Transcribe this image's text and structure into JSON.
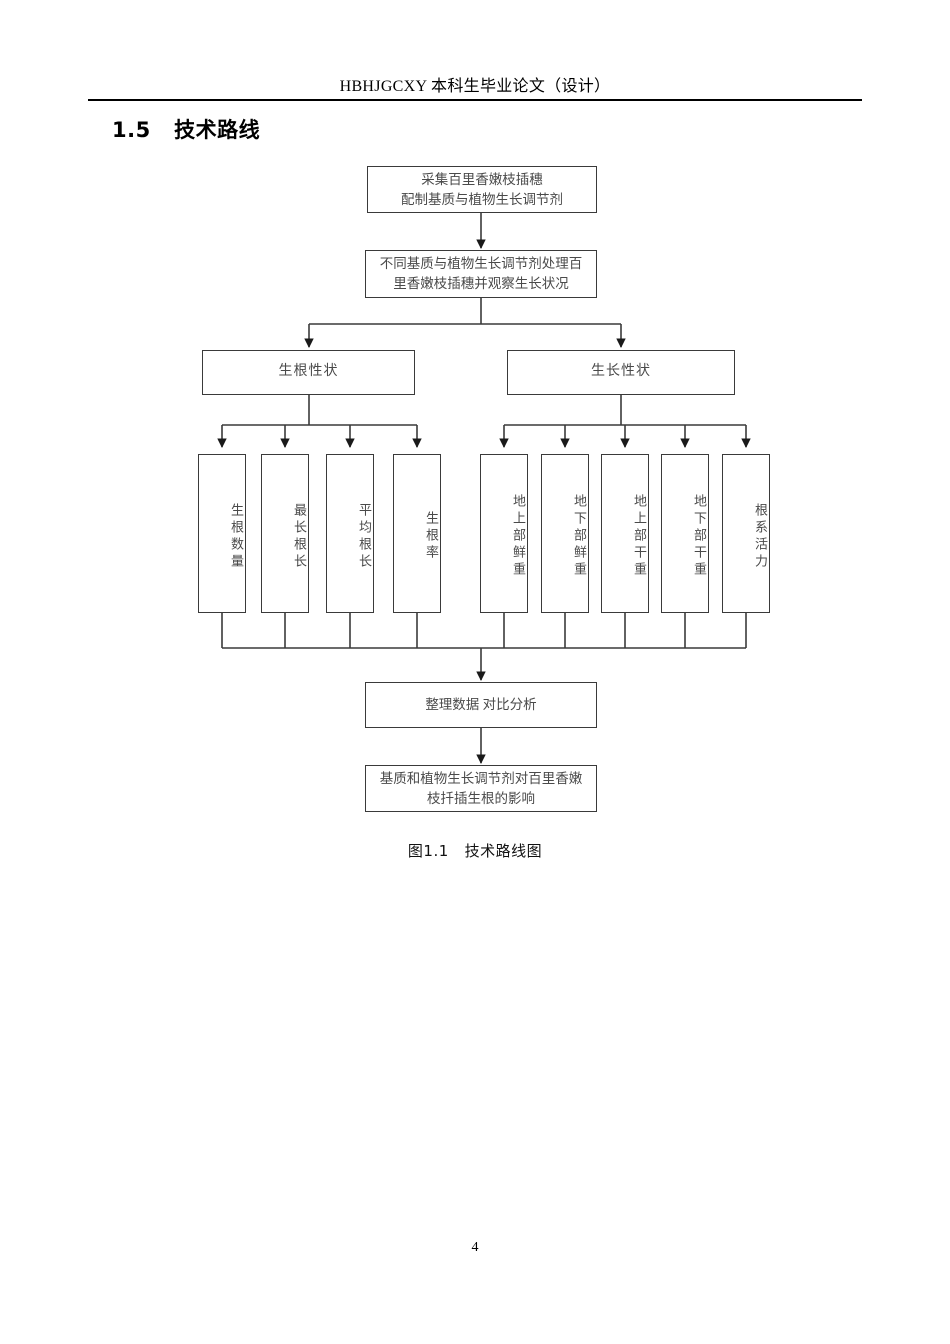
{
  "document": {
    "header_text": "HBHJGCXY 本科生毕业论文（设计）",
    "section_number": "1.5",
    "section_title": "技术路线",
    "section_heading": "1.5   技术路线",
    "page_number": "4",
    "figure_caption": "图1.1   技术路线图"
  },
  "flowchart": {
    "title": "技术路线图",
    "nodes": {
      "collect": "采集百里香嫩枝插穗\n配制基质与植物生长调节剂",
      "treatment": "不同基质与植物生长调节剂处理百\n里香嫩枝插穗并观察生长状况",
      "branch_left": "生根性状",
      "branch_right": "生长性状",
      "analysis": "整理数据  对比分析",
      "conclusion": "基质和植物生长调节剂对百里香嫩\n枝扦插生根的影响"
    },
    "rooting_traits": [
      "生根数量",
      "最长根长",
      "平均根长",
      "生根率"
    ],
    "growth_traits": [
      "地上部鲜重",
      "地下部鲜重",
      "地上部干重",
      "地下部干重",
      "根系活力"
    ]
  },
  "colors": {
    "line": "#3a3a3a",
    "text": "#4a4a4a",
    "rule": "#000000"
  }
}
